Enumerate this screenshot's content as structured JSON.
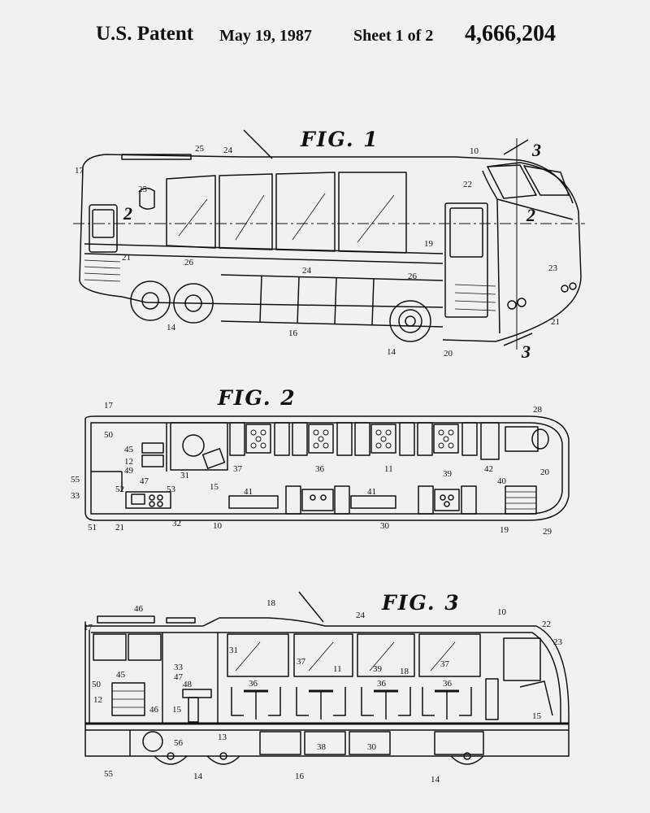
{
  "header": {
    "patent_label": "U.S. Patent",
    "date": "May 19, 1987",
    "sheet": "Sheet 1 of 2",
    "patent_number": "4,666,204"
  },
  "figures": {
    "fig1": {
      "label": "FIG. 1",
      "refs": [
        "25",
        "24",
        "10",
        "3",
        "17",
        "22",
        "25",
        "2",
        "2",
        "19",
        "21",
        "26",
        "24",
        "23",
        "26",
        "14",
        "16",
        "21",
        "14",
        "20",
        "3"
      ]
    },
    "fig2": {
      "label": "FIG. 2",
      "refs": [
        "17",
        "28",
        "50",
        "45",
        "12",
        "49",
        "47",
        "31",
        "37",
        "36",
        "11",
        "39",
        "42",
        "55",
        "33",
        "52",
        "53",
        "15",
        "41",
        "41",
        "40",
        "20",
        "51",
        "21",
        "32",
        "10",
        "30",
        "19",
        "29"
      ]
    },
    "fig3": {
      "label": "FIG. 3",
      "refs": [
        "46",
        "18",
        "24",
        "10",
        "17",
        "22",
        "23",
        "31",
        "33",
        "47",
        "45",
        "48",
        "50",
        "12",
        "46",
        "15",
        "37",
        "11",
        "39",
        "18",
        "37",
        "36",
        "36",
        "36",
        "15",
        "13",
        "56",
        "38",
        "30",
        "55",
        "14",
        "16",
        "14"
      ]
    }
  }
}
